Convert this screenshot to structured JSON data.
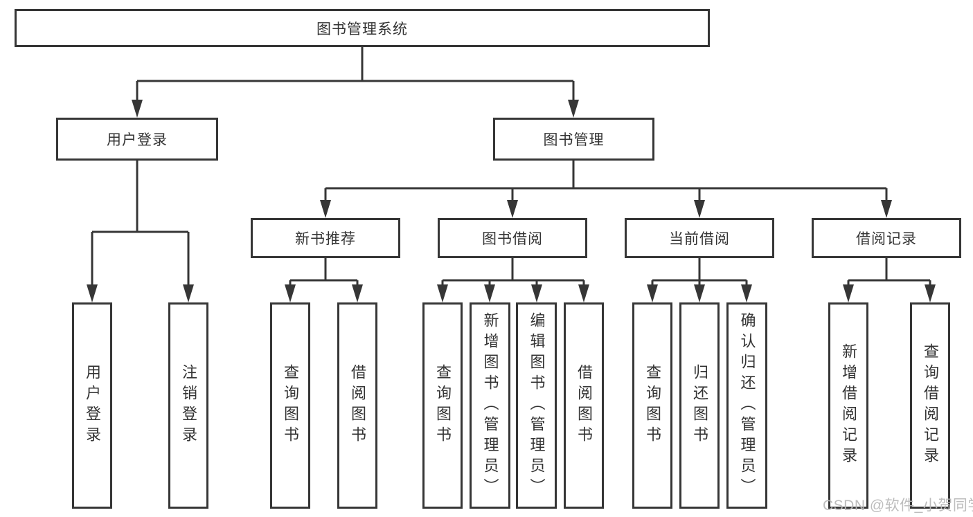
{
  "diagram_type": "functional-structure-tree",
  "tree": {
    "label": "图书管理系统",
    "children": [
      {
        "label": "用户登录",
        "children": [
          {
            "label": "用户登录"
          },
          {
            "label": "注销登录"
          }
        ]
      },
      {
        "label": "图书管理",
        "children": [
          {
            "label": "新书推荐",
            "children": [
              {
                "label": "查询图书"
              },
              {
                "label": "借阅图书"
              }
            ]
          },
          {
            "label": "图书借阅",
            "children": [
              {
                "label": "查询图书"
              },
              {
                "label": "新增图书（管理员）"
              },
              {
                "label": "编辑图书（管理员）"
              },
              {
                "label": "借阅图书"
              }
            ]
          },
          {
            "label": "当前借阅",
            "children": [
              {
                "label": "查询图书"
              },
              {
                "label": "归还图书"
              },
              {
                "label": "确认归还（管理员）"
              }
            ]
          },
          {
            "label": "借阅记录",
            "children": [
              {
                "label": "新增借阅记录"
              },
              {
                "label": "查询借阅记录"
              }
            ]
          }
        ]
      }
    ]
  },
  "watermark": {
    "text": "CSDN @软件_小贺同学"
  },
  "colors": {
    "line": "#363636",
    "text": "#333333",
    "watermark": "#b9b9b9",
    "background": "#ffffff"
  }
}
